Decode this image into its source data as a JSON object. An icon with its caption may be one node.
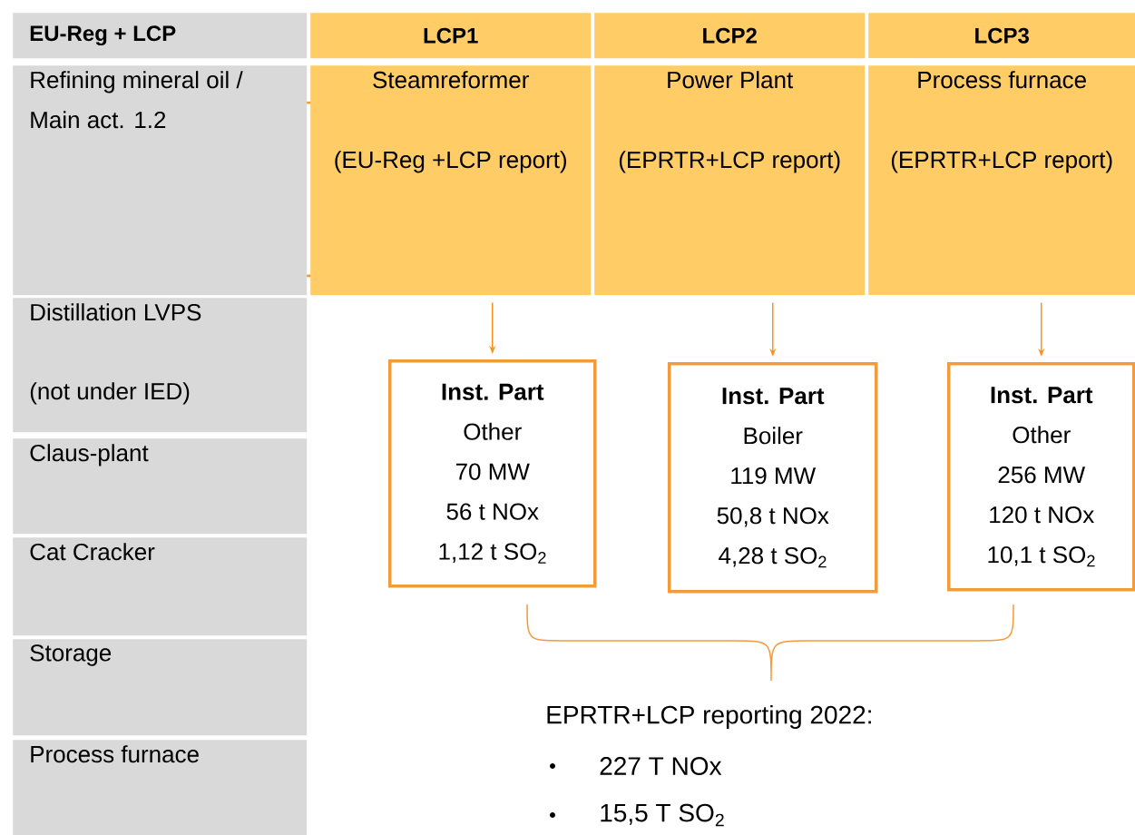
{
  "diagram": {
    "nodes": [
      {
        "text": [
          "EU-Reg + LCP"
        ]
      },
      {
        "text": [
          "LCP1"
        ]
      },
      {
        "text": [
          "LCP2"
        ]
      },
      {
        "text": [
          "LCP3"
        ]
      },
      {
        "text": [
          "Refining mineral oil / Main act. 1.2"
        ]
      },
      {
        "text": [
          "Steamreformer",
          "(EU-Reg +LCP report)"
        ]
      },
      {
        "text": [
          "Power Plant",
          "(EPRTR+LCP report)"
        ]
      },
      {
        "text": [
          "Process furnace",
          "(EPRTR+LCP report)"
        ]
      },
      {
        "text": [
          "Distillation LVPS",
          "(not under IED)"
        ]
      },
      {
        "text": [
          "Claus-plant"
        ]
      },
      {
        "text": [
          "Cat Cracker"
        ]
      },
      {
        "text": [
          "Storage"
        ]
      },
      {
        "text": [
          "Process furnace"
        ]
      },
      {
        "text": [
          "Inst. Part",
          "Other",
          "70 MW",
          "56 t NOx",
          "1,12 t SO$_{2}$"
        ]
      },
      {
        "text": [
          "Inst. Part",
          "Boiler",
          "119 MW",
          "50,8 t NOx",
          "4,28 t SO$_{2}$"
        ]
      },
      {
        "text": [
          "Inst. Part",
          "Other",
          "256 MW",
          "120 t NOx",
          "10,1 t SO$_{2}$"
        ]
      }
    ],
    "edges": [
      {
        "from": 5,
        "to": 13,
        "arrow": "to"
      },
      {
        "from": 6,
        "to": 14,
        "arrow": "to"
      },
      {
        "from": 7,
        "to": 15,
        "arrow": "to"
      }
    ],
    "labels": [
      "EPRTR+LCP reporting 2022:",
      "227 T NOx",
      "15,5 T SO$_{2}$"
    ]
  }
}
